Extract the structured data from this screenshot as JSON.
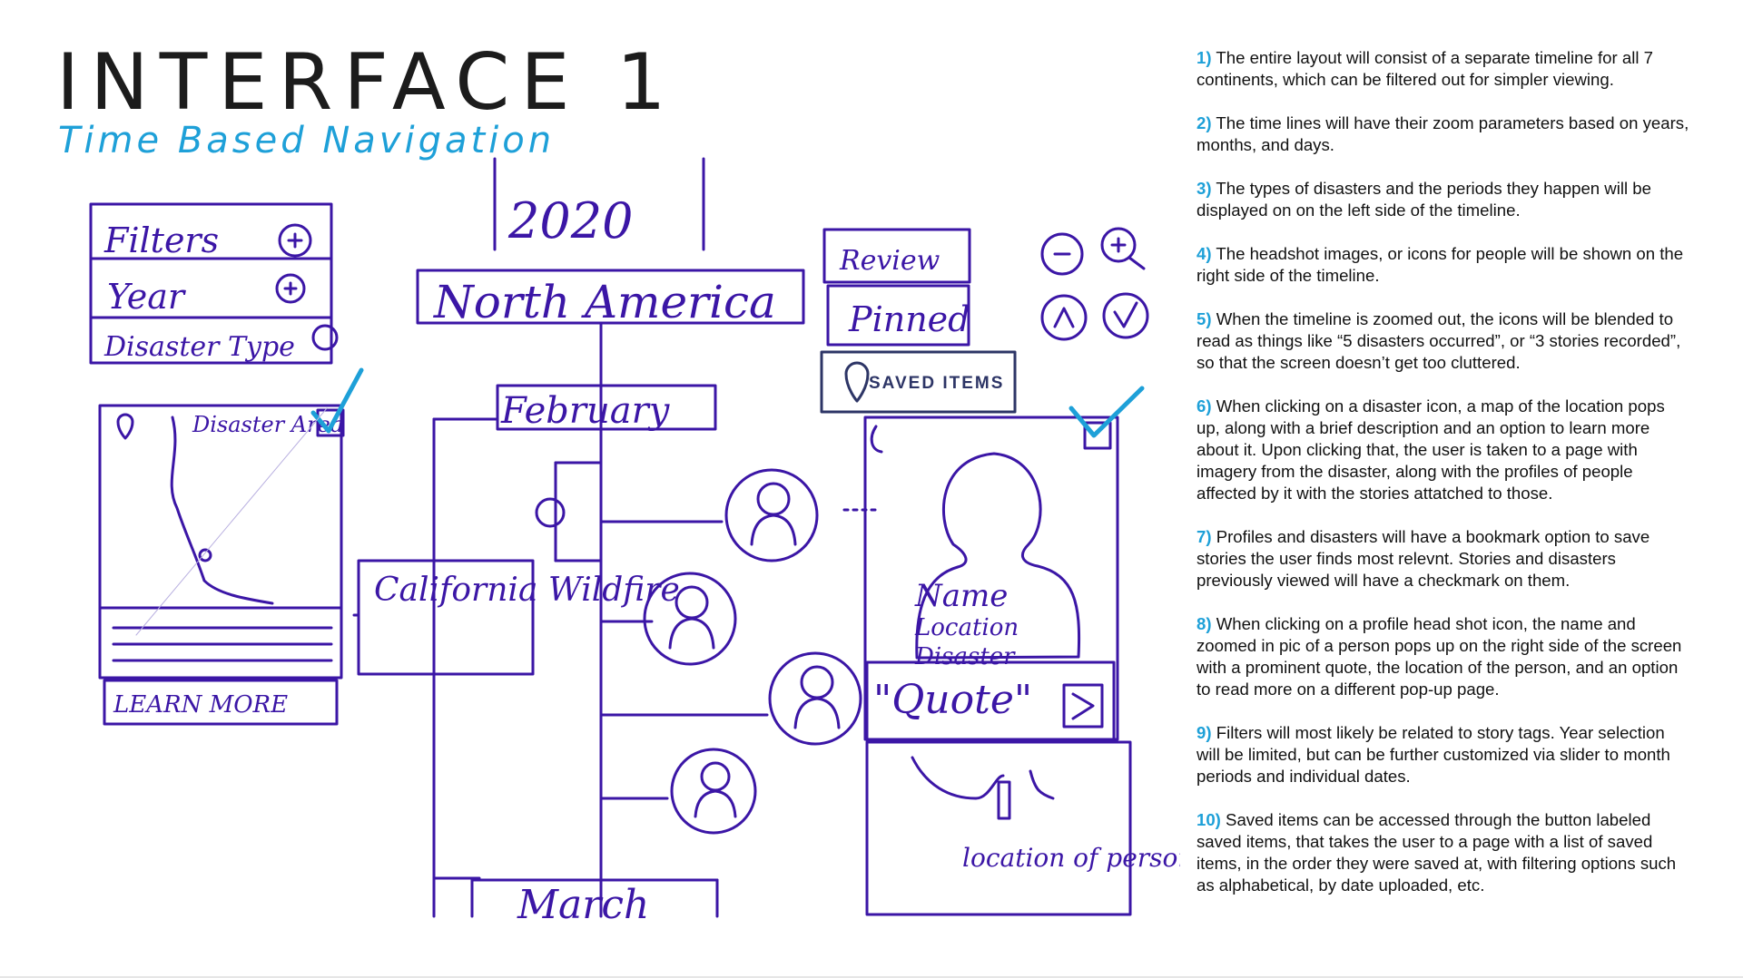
{
  "header": {
    "title": "INTERFACE 1",
    "subtitle": "Time Based Navigation"
  },
  "sketch": {
    "filters_panel": {
      "filters": "Filters",
      "year": "Year",
      "disaster_type": "Disaster Type"
    },
    "year_label": "2020",
    "continent_label": "North America",
    "month_label": "February",
    "month_next": "March",
    "disaster_card": {
      "area_label": "Disaster Area",
      "learn_more": "LEARN MORE"
    },
    "event_label": "California Wildfire",
    "buttons": {
      "review": "Review",
      "pinned": "Pinned",
      "saved_items": "SAVED ITEMS"
    },
    "profile_card": {
      "name_lines": [
        "Name",
        "Location",
        "Disaster"
      ],
      "quote": "\"Quote\"",
      "location_of_person": "location of person"
    }
  },
  "notes": [
    {
      "num": "1)",
      "text": " The entire layout will consist of a separate timeline for all 7 continents, which can be filtered out for simpler viewing."
    },
    {
      "num": "2)",
      "text": " The time lines will have their zoom parameters based on years, months, and days."
    },
    {
      "num": "3)",
      "text": " The types of disasters and the periods they happen will be displayed on on the left side of the timeline."
    },
    {
      "num": "4)",
      "text": " The headshot images, or icons for people will be shown on the right side of the timeline."
    },
    {
      "num": "5)",
      "text": "  When the timeline is zoomed out, the icons will be blended to read as things like “5 disasters occurred”, or “3 stories recorded”, so that the screen doesn’t get too cluttered."
    },
    {
      "num": "6)",
      "text": " When clicking on a disaster icon, a map of the location pops up, along with a brief description and an option to learn more about it. Upon clicking that, the user is taken to a page with imagery from the disaster, along with the profiles of people affected by it with the stories attatched to those."
    },
    {
      "num": "7)",
      "text": " Profiles and disasters will have a bookmark option to save stories the user finds most relevnt. Stories and disasters previously viewed will have a checkmark on them."
    },
    {
      "num": "8)",
      "text": " When clicking on a profile head shot icon, the name and zoomed in pic of a person pops up on the right side of the screen with a prominent quote, the location of the person, and an option to read more on a different pop-up page."
    },
    {
      "num": "9)",
      "text": " Filters will most likely be related to story tags. Year selection will be limited, but can be further customized via slider to month periods and individual dates."
    },
    {
      "num": "10)",
      "text": " Saved items can be accessed through the button labeled saved items, that takes the user to a page with a list of saved items, in the order they were saved at, with filtering options such as alphabetical, by date uploaded, etc."
    }
  ],
  "colors": {
    "sketch_ink": "#3b16a6",
    "accent": "#1ea0d8",
    "saved_box": "#2d3566"
  }
}
